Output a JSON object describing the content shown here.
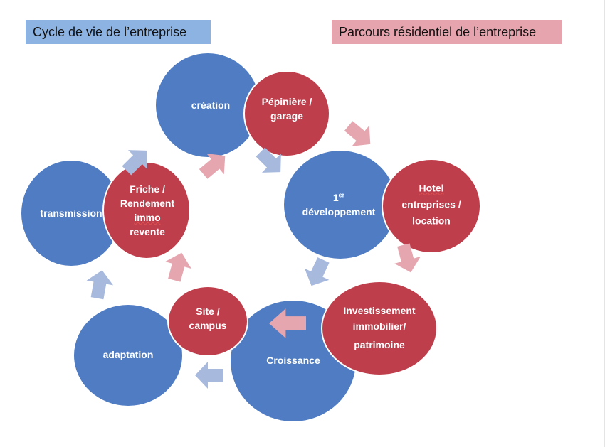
{
  "legend": {
    "lifecycle": "Cycle de vie de l’entreprise",
    "residential": "Parcours résidentiel de l’entreprise"
  },
  "colors": {
    "lifecycle_node": "#4f7cc2",
    "residential_node": "#be3e4c",
    "lifecycle_arrow": "#a7b9dc",
    "residential_arrow": "#e6a6b0",
    "lifecycle_legend": "#8db3e2",
    "residential_legend": "#e6a5ae"
  },
  "lifecycle_stages": {
    "creation": "création",
    "development_num": "1",
    "development_sup": "er",
    "development": "développement",
    "growth": "Croissance",
    "adaptation": "adaptation",
    "transmission": "transmission"
  },
  "residential_stages": {
    "nursery_1": "Pépinière /",
    "nursery_2": "garage",
    "hotel_1": "Hotel",
    "hotel_2": "entreprises /",
    "hotel_3": "location",
    "investment_1": "Investissement",
    "investment_2": "immobilier/",
    "investment_3": "patrimoine",
    "site_1": "Site /",
    "site_2": "campus",
    "wasteland_1": "Friche /",
    "wasteland_2": "Rendement",
    "wasteland_3": "immo",
    "wasteland_4": "revente"
  }
}
